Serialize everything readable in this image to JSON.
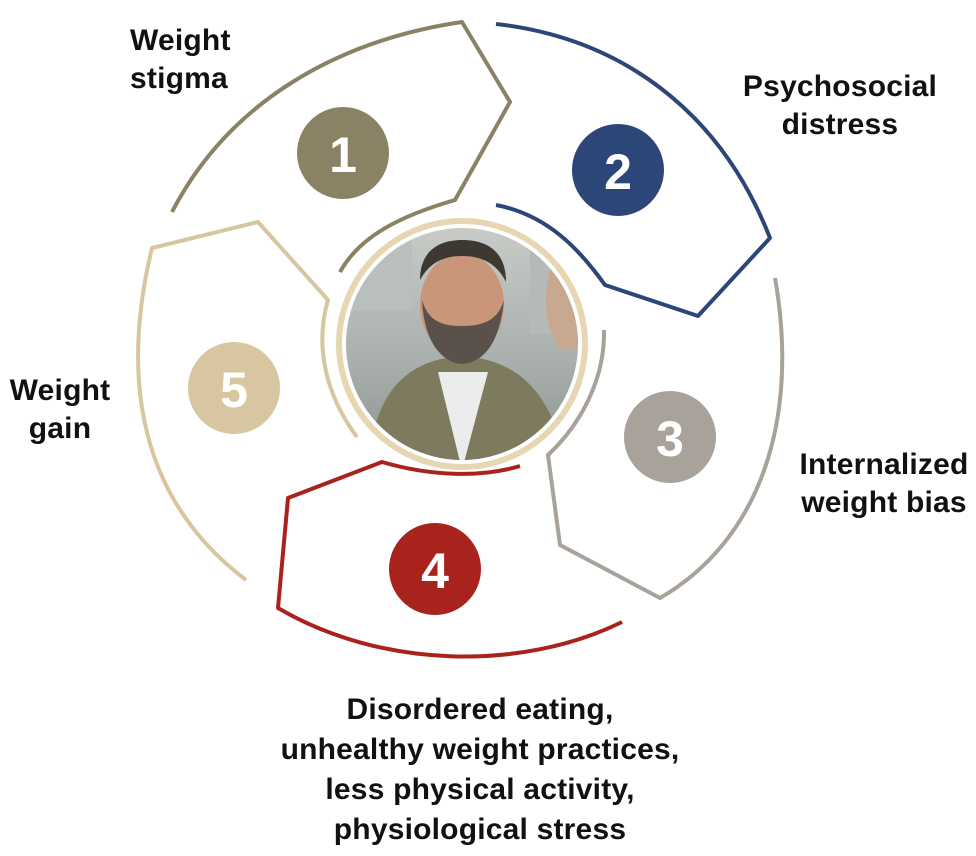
{
  "colors": {
    "step1": "#8a8264",
    "step2": "#2c4677",
    "step3": "#a8a29b",
    "step4": "#a8231c",
    "step5": "#d8c6a0",
    "ring": "#e6d6b2"
  },
  "steps": [
    {
      "number": "1",
      "lines": [
        "Weight",
        "stigma"
      ]
    },
    {
      "number": "2",
      "lines": [
        "Psychosocial",
        "distress"
      ]
    },
    {
      "number": "3",
      "lines": [
        "Internalized",
        "weight bias"
      ]
    },
    {
      "number": "4",
      "lines": [
        "Disordered eating,",
        "unhealthy weight practices,",
        "less physical activity,",
        "physiological stress"
      ]
    },
    {
      "number": "5",
      "lines": [
        "Weight",
        "gain"
      ]
    }
  ],
  "center_image": {
    "subject": "photo-of-man"
  }
}
